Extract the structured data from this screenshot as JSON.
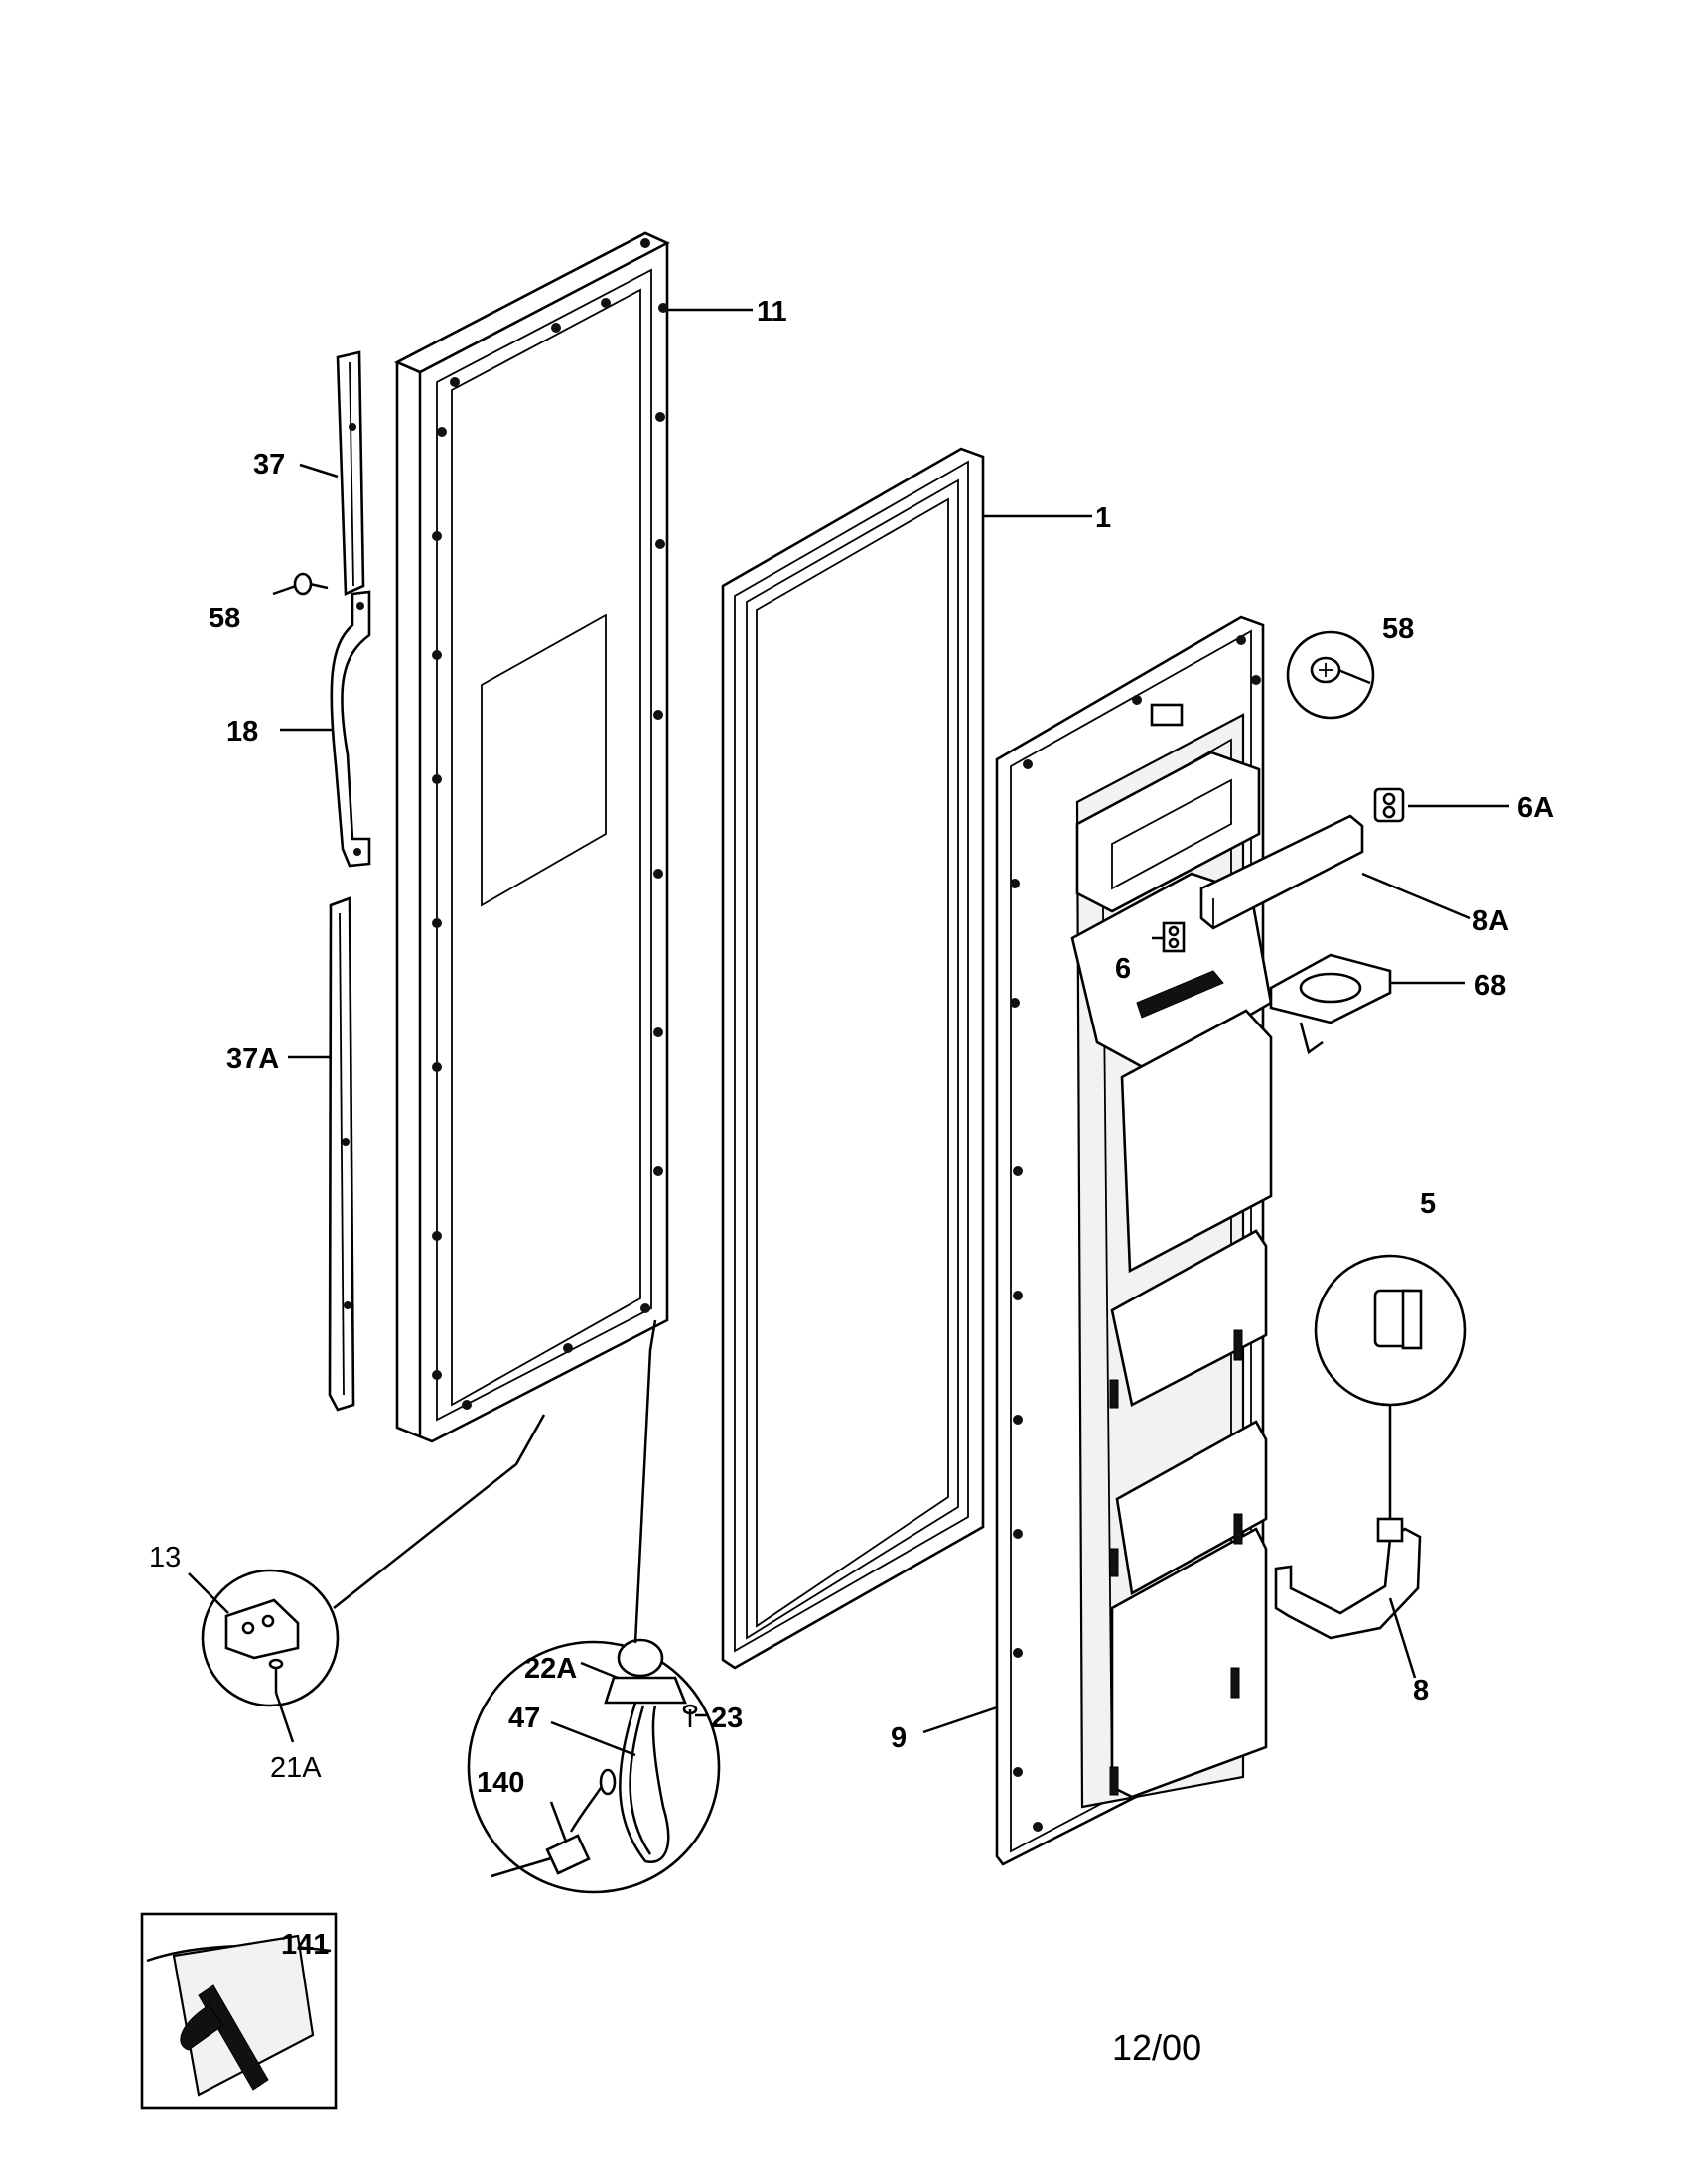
{
  "labels": {
    "l11": "11",
    "l1": "1",
    "l37": "37",
    "l58a": "58",
    "l18": "18",
    "l37a": "37A",
    "l13": "13",
    "l21a": "21A",
    "l22a": "22A",
    "l47": "47",
    "l23": "23",
    "l140": "140",
    "l141": "141",
    "l9": "9",
    "l58b": "58",
    "l6a": "6A",
    "l8a": "8A",
    "l6": "6",
    "l68": "68",
    "l5": "5",
    "l8": "8"
  },
  "date_code": "12/00"
}
